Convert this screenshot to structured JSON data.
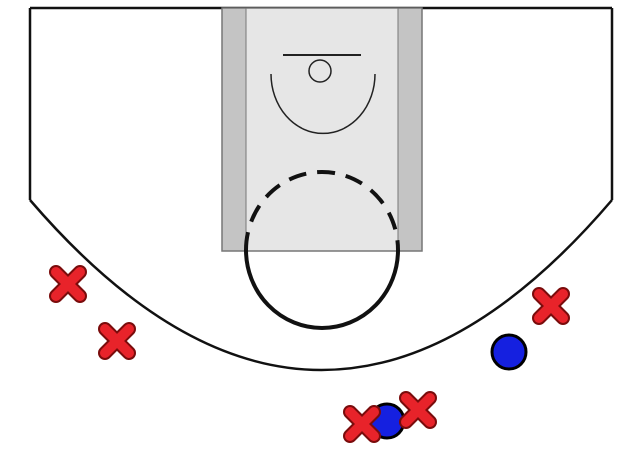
{
  "diagram": {
    "type": "basketball-half-court",
    "markers": [
      {
        "kind": "x",
        "color": "#e8232a"
      },
      {
        "kind": "x",
        "color": "#e8232a"
      },
      {
        "kind": "x",
        "color": "#e8232a"
      },
      {
        "kind": "x",
        "color": "#e8232a"
      },
      {
        "kind": "x",
        "color": "#e8232a"
      },
      {
        "kind": "circle",
        "color": "#1520e0"
      },
      {
        "kind": "circle",
        "color": "#1520e0"
      }
    ]
  },
  "colors": {
    "court_lines": "#111111",
    "lane_fill": "#e6e6e6",
    "lane_strip": "#c4c4c4",
    "offense_x": "#e8232a",
    "defense_o": "#1520e0"
  }
}
